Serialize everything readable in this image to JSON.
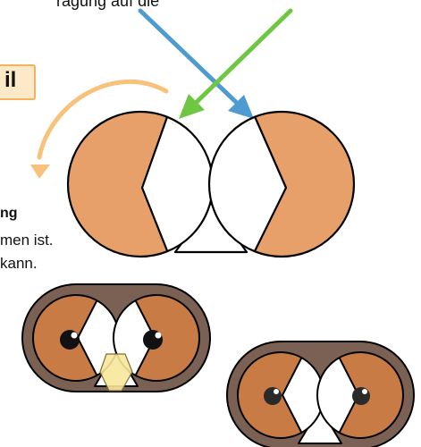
{
  "top_text": "ragung auf die",
  "tag": "il",
  "heading": "ng",
  "line1": "men ist.",
  "line2": "kann.",
  "colors": {
    "skin": "#e8a06a",
    "iris": "#c87b45",
    "rim": "#7b6153",
    "beak": "#f7e79a",
    "arrow_blue": "#4d9bd1",
    "arrow_green": "#6ec642",
    "arrow_orange": "#f8c27a",
    "tag_fill": "#fde8c8",
    "tag_border": "#f4b25e"
  }
}
